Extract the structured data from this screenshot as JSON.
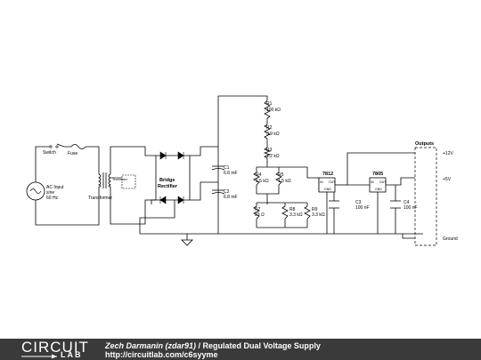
{
  "diagram": {
    "ac_input": [
      "AC Input",
      "sine",
      "60 Hz"
    ],
    "switch": "Switch",
    "fuse": "Fuse",
    "transformer": "Transformer",
    "terminator": "Terminator",
    "bridge": [
      "Bridge",
      "Rectifier"
    ],
    "c1": [
      "C1",
      "6.8 mF"
    ],
    "c2": [
      "C2",
      "6.8 mF"
    ],
    "r1": [
      "R1",
      "100 kΩ"
    ],
    "r2": [
      "R2",
      "3.9 kΩ"
    ],
    "r3": [
      "R3",
      "1.2 kΩ"
    ],
    "r4": [
      "R4",
      "1.5 kΩ"
    ],
    "r5": [
      "R5",
      "1.5 kΩ"
    ],
    "r7": [
      "R7",
      "33 Ω"
    ],
    "r8": [
      "R8",
      "3.3 kΩ"
    ],
    "r9": [
      "R9",
      "3.3 kΩ"
    ],
    "reg1": {
      "name": "7812",
      "in": "IN",
      "out": "OUT",
      "gnd": "GND"
    },
    "reg2": {
      "name": "7805",
      "in": "IN",
      "out": "OUT",
      "gnd": "GND"
    },
    "c3": [
      "C3",
      "100 nF"
    ],
    "c4": [
      "C4",
      "100 nF"
    ],
    "outputs": {
      "title": "Outputs",
      "v12": "+12V",
      "v5": "+5V",
      "ground": "Ground"
    }
  },
  "footer": {
    "logo_top": "CIRCUIT",
    "logo_bottom": "LAB",
    "author": "Zech Darmanin (zdar91)",
    "separator": " / ",
    "title": "Regulated Dual Voltage Supply",
    "url": "http://circuitlab.com/c6syyme"
  }
}
